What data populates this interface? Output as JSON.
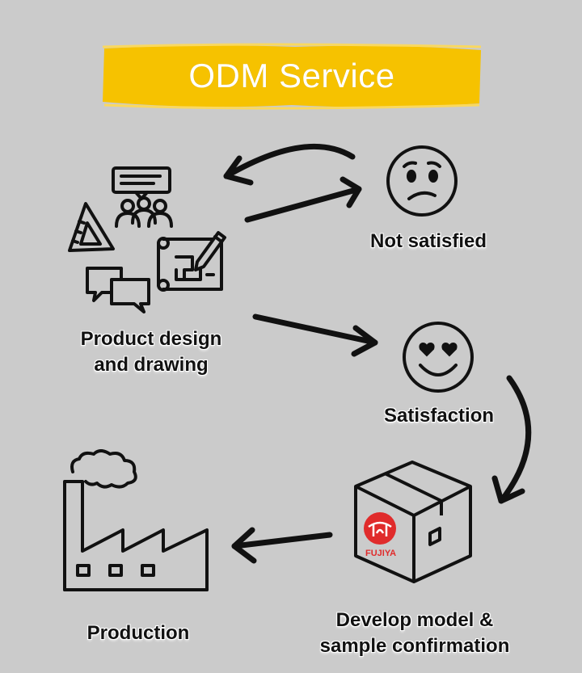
{
  "title": "ODM Service",
  "colors": {
    "background": "#cbcbcb",
    "banner": "#f6c200",
    "stroke": "#111111",
    "brand_red": "#e02b2b"
  },
  "nodes": {
    "design": {
      "label_line1": "Product design",
      "label_line2": "and drawing",
      "icon": "design-team-blueprint-icon"
    },
    "not_satisfied": {
      "label": "Not satisfied",
      "icon": "worried-face-icon"
    },
    "satisfaction": {
      "label": "Satisfaction",
      "icon": "heart-eyes-face-icon"
    },
    "develop": {
      "label_line1": "Develop model &",
      "label_line2": "sample confirmation",
      "icon": "box-icon"
    },
    "production": {
      "label": "Production",
      "icon": "factory-icon"
    }
  },
  "brand": {
    "logo_text": "FUJIYA"
  }
}
